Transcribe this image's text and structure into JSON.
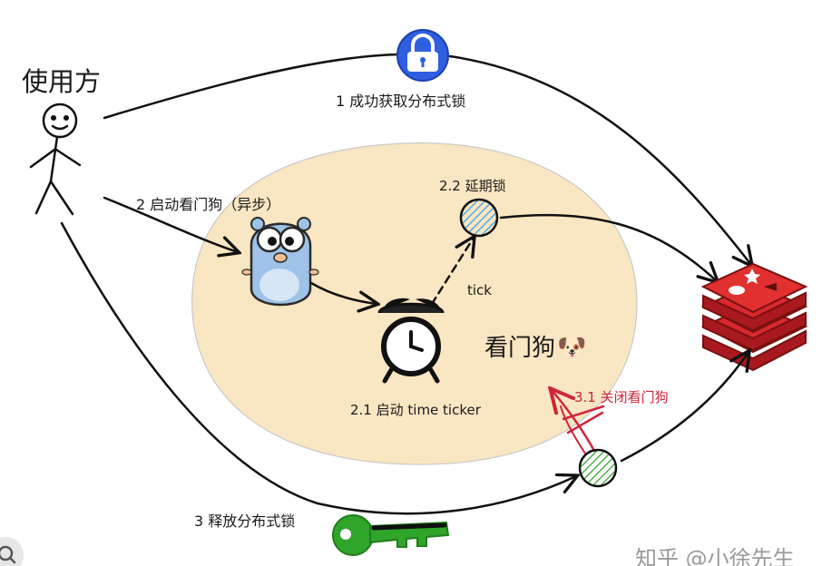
{
  "actor": {
    "label": "使用方"
  },
  "steps": {
    "acquire": "1 成功获取分布式锁",
    "start_watchdog": "2 启动看门狗（异步）",
    "start_ticker": "2.1 启动 time ticker",
    "extend": "2.2 延期锁",
    "tick": "tick",
    "close_watchdog": "3.1 关闭看门狗",
    "release": "3 释放分布式锁"
  },
  "watchdog": {
    "label": "看门狗",
    "emoji": "🐶"
  },
  "watermark": "知乎 @小徐先生",
  "icons": {
    "lock": "lock-icon",
    "clock": "alarm-clock-icon",
    "gopher": "gopher-icon",
    "redis": "redis-icon",
    "key": "key-icon",
    "lens": "lens-icon"
  },
  "colors": {
    "watchdog_area": "#f9e6c2",
    "lock_blue": "#2f5fe0",
    "key_green": "#2fa52a",
    "redis_red": "#d8282e",
    "close_red": "#d0243a",
    "hatch_blue": "#3aa0e8",
    "hatch_green": "#2fa52a"
  }
}
